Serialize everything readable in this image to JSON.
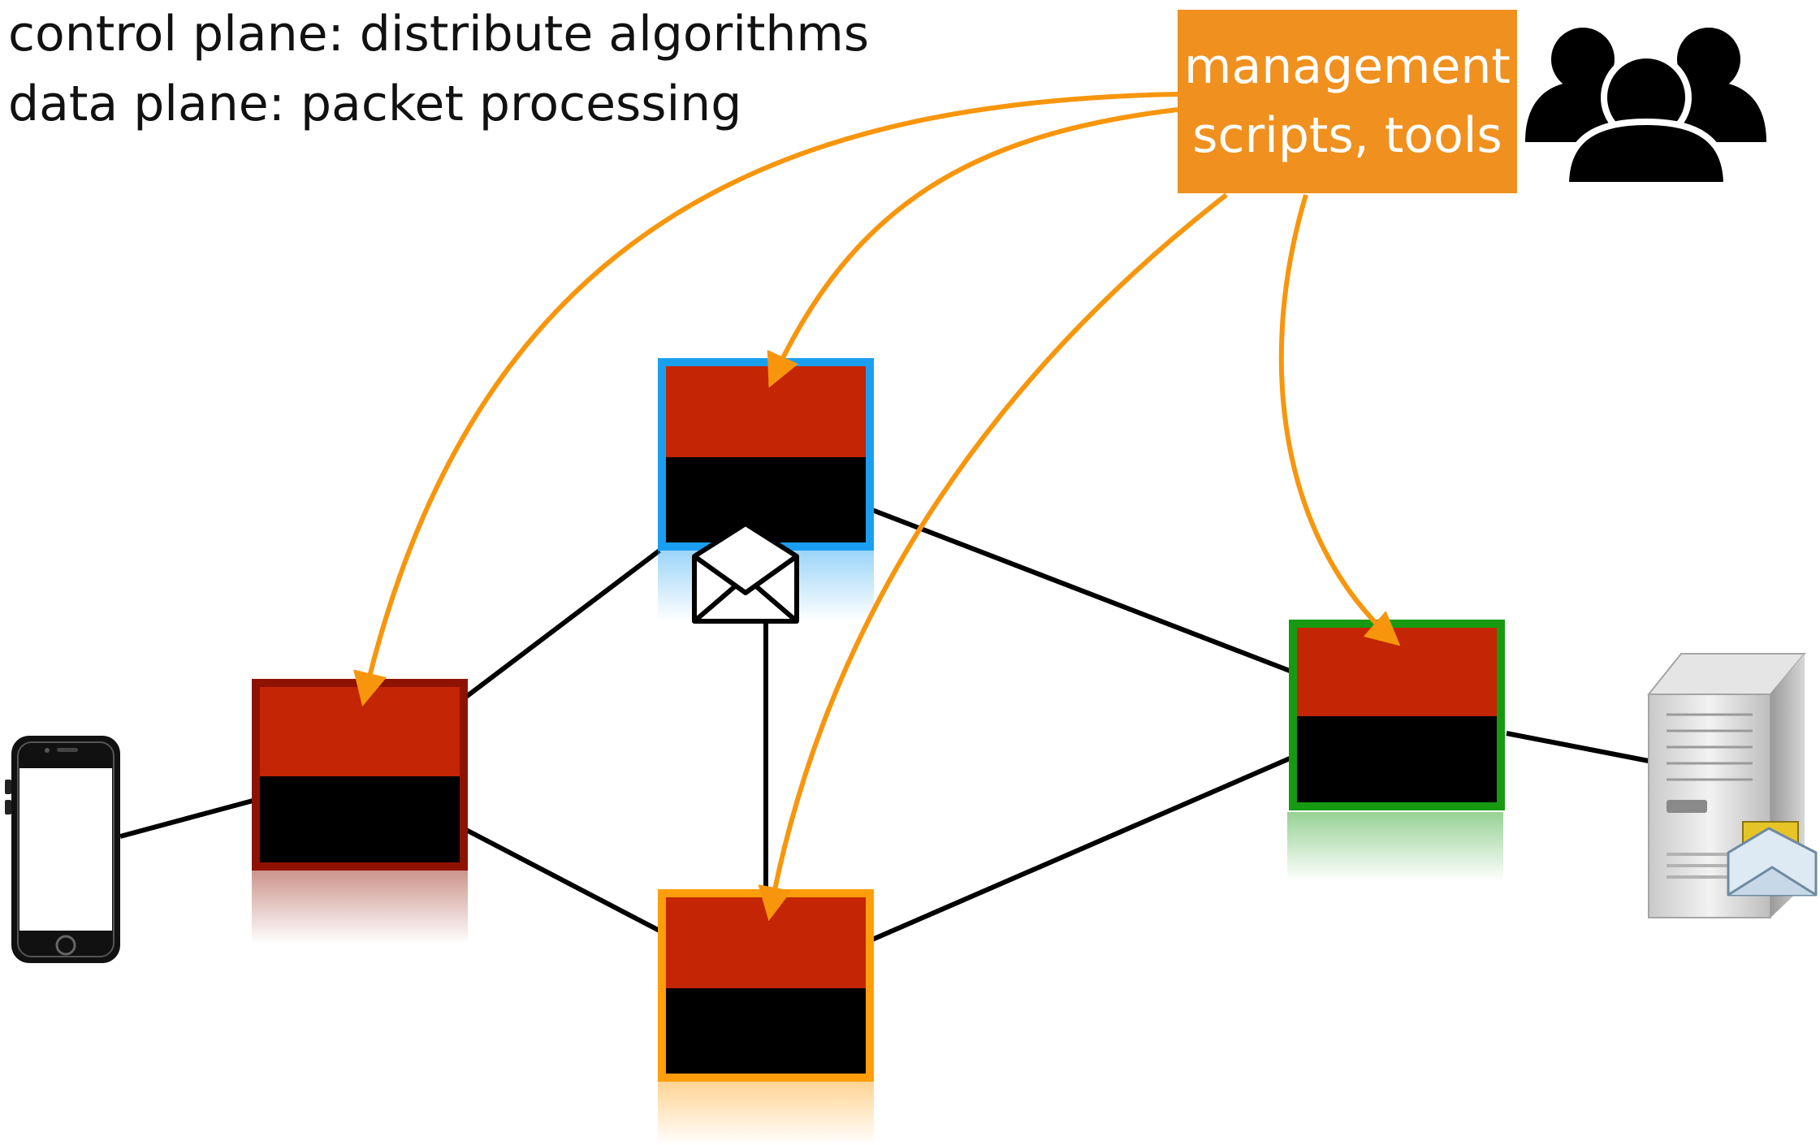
{
  "captions": {
    "line1": "control plane: distribute algorithms",
    "line2": "data plane: packet processing"
  },
  "management": {
    "line1": "management",
    "line2": "scripts, tools"
  },
  "icons": {
    "users": "users-group-icon",
    "phone": "smartphone-icon",
    "server": "server-icon",
    "envelope": "envelope-icon",
    "mail_badge": "mail-envelope-icon"
  },
  "colors": {
    "control_plane": "#c42504",
    "data_plane": "#000000",
    "router_left_border": "#8e1200",
    "router_top_border": "#1a9ff0",
    "router_bottom_border": "#ff9d0a",
    "router_right_border": "#179a12",
    "management_box": "#f0901f",
    "management_arrows": "#f7960d",
    "links": "#000000"
  },
  "routers": [
    {
      "id": "left",
      "control_color": "#c42504",
      "data_color": "#000000",
      "border": "#8e1200"
    },
    {
      "id": "top",
      "control_color": "#c42504",
      "data_color": "#000000",
      "border": "#1a9ff0"
    },
    {
      "id": "bottom",
      "control_color": "#c42504",
      "data_color": "#000000",
      "border": "#ff9d0a"
    },
    {
      "id": "right",
      "control_color": "#c42504",
      "data_color": "#000000",
      "border": "#179a12"
    }
  ],
  "links": [
    {
      "from": "phone",
      "to": "left"
    },
    {
      "from": "left",
      "to": "top"
    },
    {
      "from": "left",
      "to": "bottom"
    },
    {
      "from": "top",
      "to": "bottom"
    },
    {
      "from": "top",
      "to": "right"
    },
    {
      "from": "bottom",
      "to": "right"
    },
    {
      "from": "right",
      "to": "server"
    }
  ],
  "management_arrows": [
    {
      "from": "management",
      "to": "left"
    },
    {
      "from": "management",
      "to": "top"
    },
    {
      "from": "management",
      "to": "bottom"
    },
    {
      "from": "management",
      "to": "right"
    }
  ]
}
